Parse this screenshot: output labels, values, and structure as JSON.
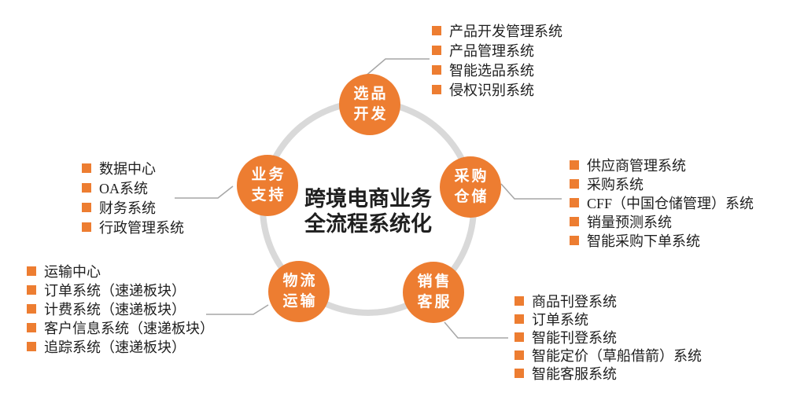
{
  "colors": {
    "accent": "#ED7D31",
    "ring": "#D9D9D9",
    "connector": "#A6A6A6",
    "text": "#1F1F1F"
  },
  "center": {
    "title_line1": "跨境电商业务",
    "title_line2": "全流程系统化"
  },
  "nodes": {
    "product_selection": {
      "label_line1": "选品",
      "label_line2": "开发",
      "items": [
        "产品开发管理系统",
        "产品管理系统",
        "智能选品系统",
        "侵权识别系统"
      ]
    },
    "procurement_warehouse": {
      "label_line1": "采购",
      "label_line2": "仓储",
      "items": [
        "供应商管理系统",
        "采购系统",
        "CFF（中国仓储管理）系统",
        "销量预测系统",
        "智能采购下单系统"
      ]
    },
    "sales_service": {
      "label_line1": "销售",
      "label_line2": "客服",
      "items": [
        "商品刊登系统",
        "订单系统",
        "智能刊登系统",
        "智能定价（草船借箭）系统",
        "智能客服系统"
      ]
    },
    "logistics": {
      "label_line1": "物流",
      "label_line2": "运输",
      "items": [
        "运输中心",
        "订单系统（速递板块）",
        "计费系统（速递板块）",
        "客户信息系统（速递板块）",
        "追踪系统（速递板块）"
      ]
    },
    "business_support": {
      "label_line1": "业务",
      "label_line2": "支持",
      "items": [
        "数据中心",
        "OA系统",
        "财务系统",
        "行政管理系统"
      ]
    }
  }
}
